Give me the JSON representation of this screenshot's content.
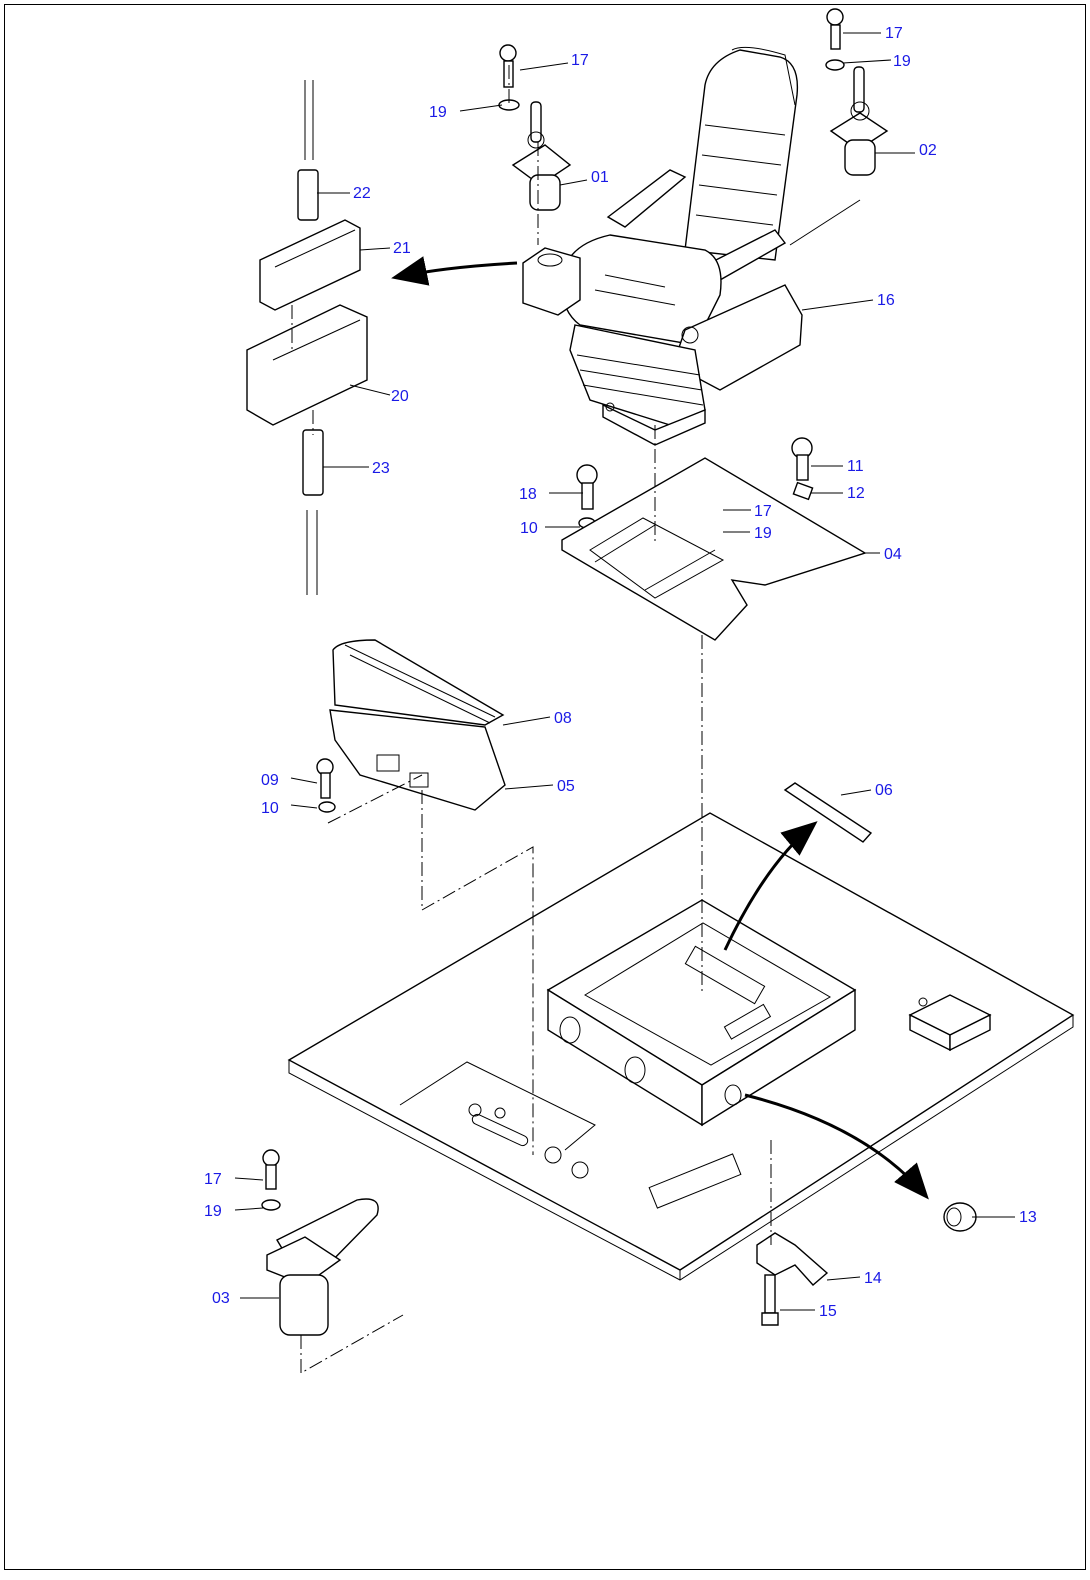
{
  "callouts": {
    "p01": "01",
    "p02": "02",
    "p03": "03",
    "p04": "04",
    "p05": "05",
    "p06": "06",
    "p08": "08",
    "p09": "09",
    "p10a": "10",
    "p10b": "10",
    "p11": "11",
    "p12": "12",
    "p13": "13",
    "p14": "14",
    "p15": "15",
    "p16": "16",
    "p17a": "17",
    "p17b": "17",
    "p17c": "17",
    "p17d": "17",
    "p18": "18",
    "p19a": "19",
    "p19b": "19",
    "p19c": "19",
    "p19d": "19",
    "p20": "20",
    "p21": "21",
    "p22": "22",
    "p23": "23"
  },
  "colors": {
    "callout": "#1a1ae6",
    "line": "#000000",
    "background": "#ffffff"
  }
}
